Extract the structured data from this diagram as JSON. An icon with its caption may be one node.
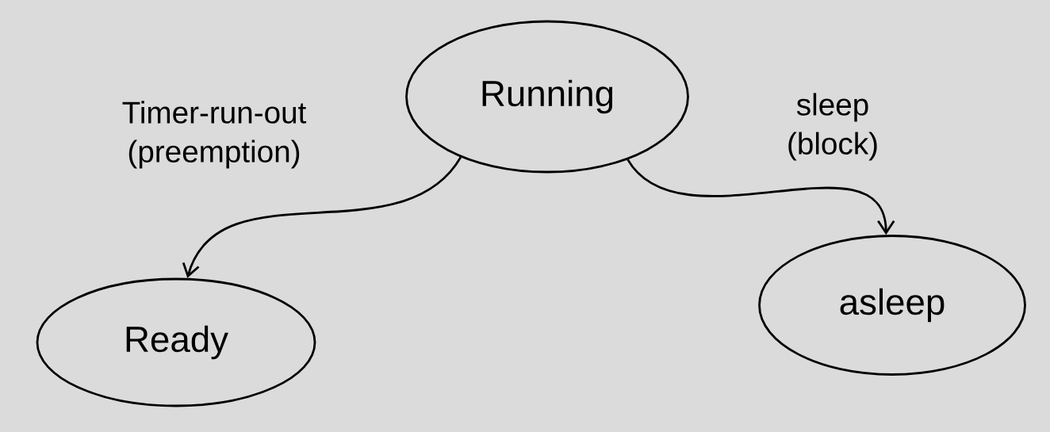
{
  "diagram": {
    "nodes": [
      {
        "text": [
          "Running"
        ]
      },
      {
        "text": [
          "Ready"
        ]
      },
      {
        "text": [
          "asleep"
        ]
      }
    ],
    "edges": [
      {
        "from": 0,
        "to": 1,
        "arrow": "to",
        "label": "Timer-run-out (preemption)"
      },
      {
        "from": 0,
        "to": 2,
        "arrow": "to",
        "label": "sleep (block)"
      }
    ]
  }
}
